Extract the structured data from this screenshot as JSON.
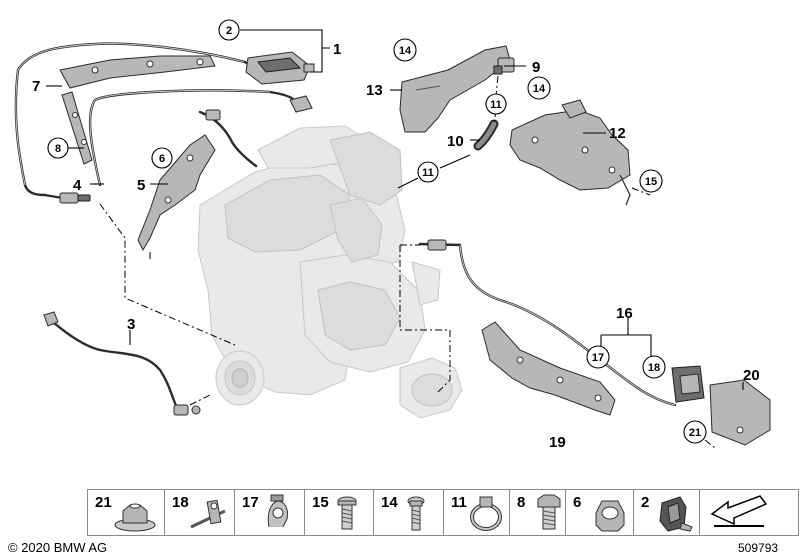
{
  "callouts": {
    "c1": "1",
    "c2": "2",
    "c3": "3",
    "c4": "4",
    "c5": "5",
    "c6": "6",
    "c7": "7",
    "c8": "8",
    "c9": "9",
    "c10": "10",
    "c11a": "11",
    "c11b": "11",
    "c12": "12",
    "c13": "13",
    "c14a": "14",
    "c14b": "14",
    "c15": "15",
    "c16": "16",
    "c17": "17",
    "c18": "18",
    "c19": "19",
    "c20": "20",
    "c21": "21"
  },
  "legend": [
    {
      "num": "21",
      "icon": "hex-nut-with-washer-icon"
    },
    {
      "num": "18",
      "icon": "cable-tie-icon"
    },
    {
      "num": "17",
      "icon": "cable-clip-icon"
    },
    {
      "num": "15",
      "icon": "flange-screw-icon"
    },
    {
      "num": "14",
      "icon": "torx-screw-icon"
    },
    {
      "num": "11",
      "icon": "hose-clamp-icon"
    },
    {
      "num": "8",
      "icon": "hex-bolt-icon"
    },
    {
      "num": "6",
      "icon": "hex-nut-icon"
    },
    {
      "num": "2",
      "icon": "sensor-holder-clip-icon"
    },
    {
      "num": "",
      "icon": "directional-arrow-icon"
    }
  ],
  "footer": {
    "copyright": "© 2020 BMW AG",
    "diagram_id": "509793"
  }
}
